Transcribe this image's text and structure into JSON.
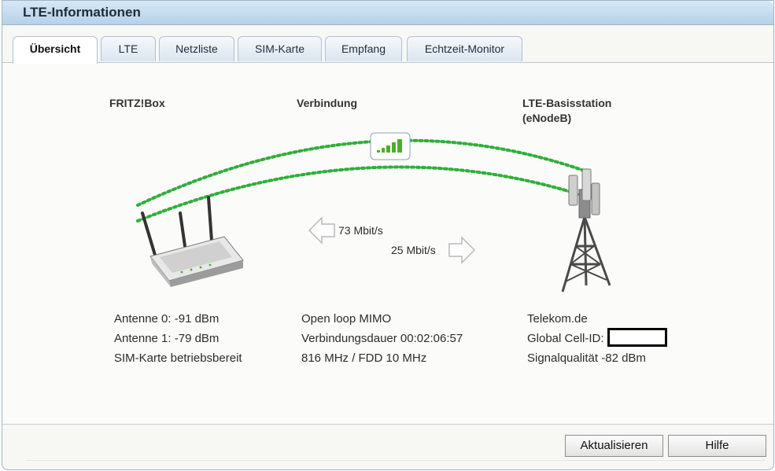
{
  "window": {
    "title": "LTE-Informationen"
  },
  "tabs": [
    {
      "label": "Übersicht",
      "active": true
    },
    {
      "label": "LTE",
      "active": false
    },
    {
      "label": "Netzliste",
      "active": false
    },
    {
      "label": "SIM-Karte",
      "active": false
    },
    {
      "label": "Empfang",
      "active": false
    },
    {
      "label": "Echtzeit-Monitor",
      "active": false
    }
  ],
  "columns": {
    "fritzbox": {
      "title": "FRITZ!Box",
      "lines": [
        "Antenne 0: -91 dBm",
        "Antenne 1: -79 dBm",
        "SIM-Karte betriebsbereit"
      ]
    },
    "connection": {
      "title": "Verbindung",
      "lines": [
        "Open loop MIMO",
        "Verbindungsdauer 00:02:06:57",
        "816 MHz / FDD 10 MHz"
      ],
      "downstream": "73 Mbit/s",
      "upstream": "25 Mbit/s",
      "signal_bars_filled": 5
    },
    "basestation": {
      "title_line1": "LTE-Basisstation",
      "title_line2": "(eNodeB)",
      "provider": "Telekom.de",
      "cell_id_label": "Global Cell-ID:",
      "signal_quality": "Signalqualität -82 dBm"
    }
  },
  "buttons": {
    "refresh": "Aktualisieren",
    "help": "Hilfe"
  },
  "colors": {
    "link_dots": "#2fae3a",
    "signal_bar": "#4caf2a",
    "title_bar": "#c4dcef"
  },
  "icons": [
    "router-icon",
    "signal-strength-icon",
    "cell-tower-icon",
    "arrow-left-icon",
    "arrow-right-icon"
  ]
}
